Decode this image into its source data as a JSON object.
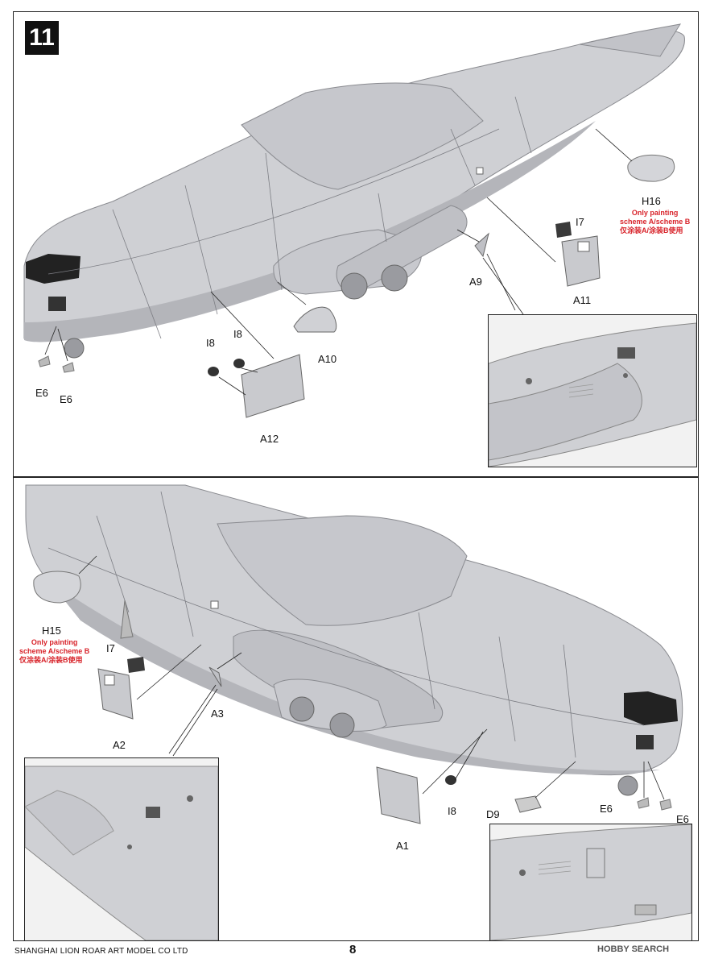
{
  "step": {
    "number": "11"
  },
  "top_panel": {
    "labels": {
      "h16": "H16",
      "i7": "I7",
      "a9": "A9",
      "a11": "A11",
      "a10": "A10",
      "i8a": "I8",
      "i8b": "I8",
      "a12": "A12",
      "e6a": "E6",
      "e6b": "E6"
    },
    "note": {
      "line1": "Only painting",
      "line2": "scheme A/scheme B",
      "line3": "仅涂装A/涂装B使用"
    }
  },
  "bottom_panel": {
    "labels": {
      "h15": "H15",
      "i7": "I7",
      "a2": "A2",
      "a3": "A3",
      "a1": "A1",
      "i8": "I8",
      "d9": "D9",
      "e6a": "E6",
      "e6b": "E6"
    },
    "note": {
      "line1": "Only painting",
      "line2": "scheme A/scheme B",
      "line3": "仅涂装A/涂装B使用"
    }
  },
  "footer": {
    "company": "SHANGHAI LION ROAR ART MODEL CO LTD",
    "page": "8",
    "watermark": "HOBBY SEARCH"
  },
  "colors": {
    "fuselage": "#cfd0d4",
    "fuselage_shade": "#a9aab0",
    "panel_line": "#7d7e84",
    "note_red": "#d8232a"
  }
}
